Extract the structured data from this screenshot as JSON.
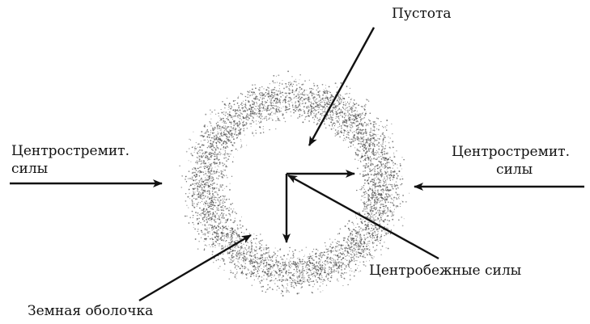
{
  "labels": {
    "void": "Пустота",
    "centripetal_left_line1": "Центростремит.",
    "centripetal_left_line2": "силы",
    "centripetal_right_line1": "Центростремит.",
    "centripetal_right_line2": "силы",
    "centrifugal": "Центробежные силы",
    "crust": "Земная оболочка"
  },
  "colors": {
    "ink": "#111111",
    "stipple": "#555555",
    "background": "#ffffff"
  }
}
